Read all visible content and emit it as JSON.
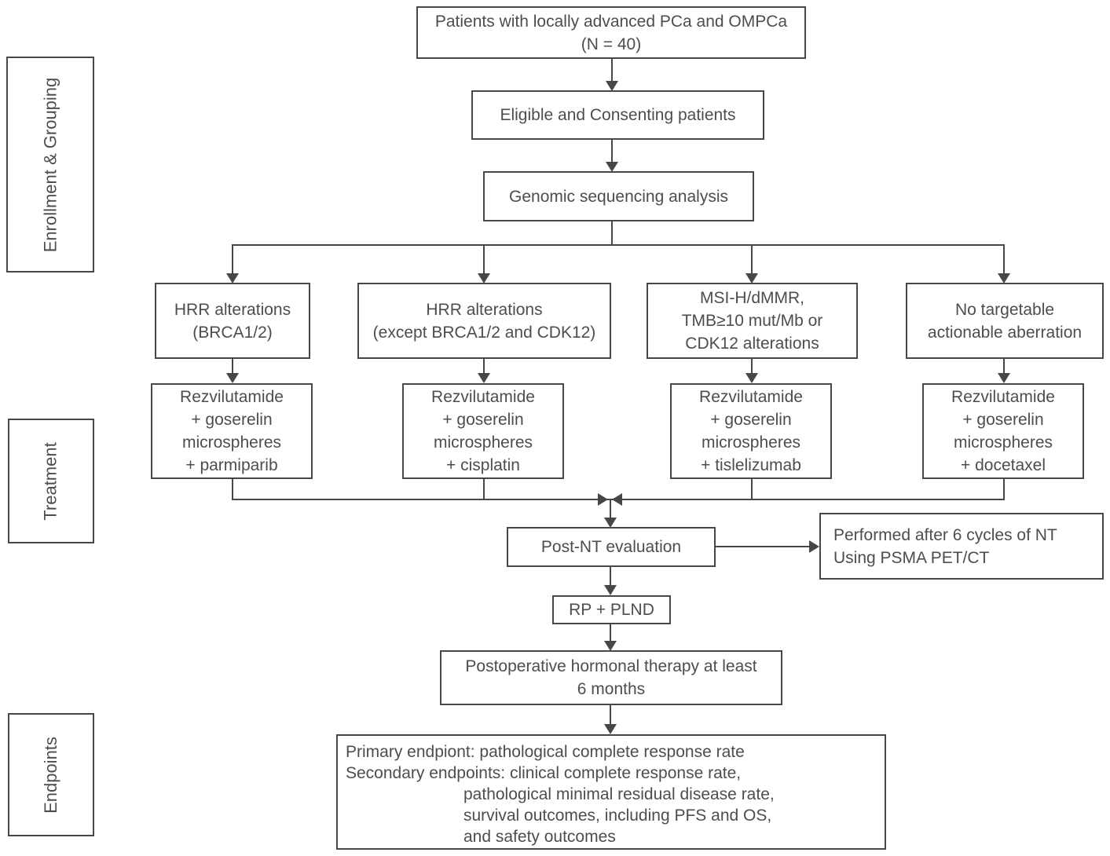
{
  "colors": {
    "line": "#474747",
    "text": "#4d4d4d",
    "background": "#ffffff"
  },
  "stages": {
    "enrollment": "Enrollment & Grouping",
    "treatment": "Treatment",
    "endpoints": "Endpoints"
  },
  "flow": {
    "patients": {
      "lines": [
        "Patients with locally advanced PCa and OMPCa",
        "(N = 40)"
      ]
    },
    "eligible": "Eligible and Consenting patients",
    "genomic": "Genomic sequencing analysis",
    "groups": [
      {
        "lines": [
          "HRR alterations",
          "(BRCA1/2)"
        ]
      },
      {
        "lines": [
          "HRR alterations",
          "(except BRCA1/2 and CDK12)"
        ]
      },
      {
        "lines": [
          "MSI-H/dMMR,",
          "TMB≥10 mut/Mb or",
          "CDK12 alterations"
        ]
      },
      {
        "lines": [
          "No targetable",
          "actionable aberration"
        ]
      }
    ],
    "treatments": [
      {
        "lines": [
          "Rezvilutamide",
          "+ goserelin",
          "microspheres",
          "+ parmiparib"
        ]
      },
      {
        "lines": [
          "Rezvilutamide",
          "+ goserelin",
          "microspheres",
          "+ cisplatin"
        ]
      },
      {
        "lines": [
          "Rezvilutamide",
          "+ goserelin",
          "microspheres",
          "+ tislelizumab"
        ]
      },
      {
        "lines": [
          "Rezvilutamide",
          "+ goserelin",
          "microspheres",
          "+ docetaxel"
        ]
      }
    ],
    "post_nt": "Post-NT evaluation",
    "post_nt_note": {
      "lines": [
        "Performed after 6 cycles of NT",
        "Using PSMA PET/CT"
      ]
    },
    "rp_plnd": "RP + PLND",
    "postop": {
      "lines": [
        "Postoperative hormonal therapy at least",
        "6 months"
      ]
    },
    "endpoints_box": {
      "lines": [
        "Primary endpiont: pathological complete response rate",
        "Secondary endpoints: clinical complete response rate,",
        "pathological minimal residual disease rate,",
        "survival outcomes, including PFS and OS,",
        "and safety outcomes"
      ]
    }
  }
}
